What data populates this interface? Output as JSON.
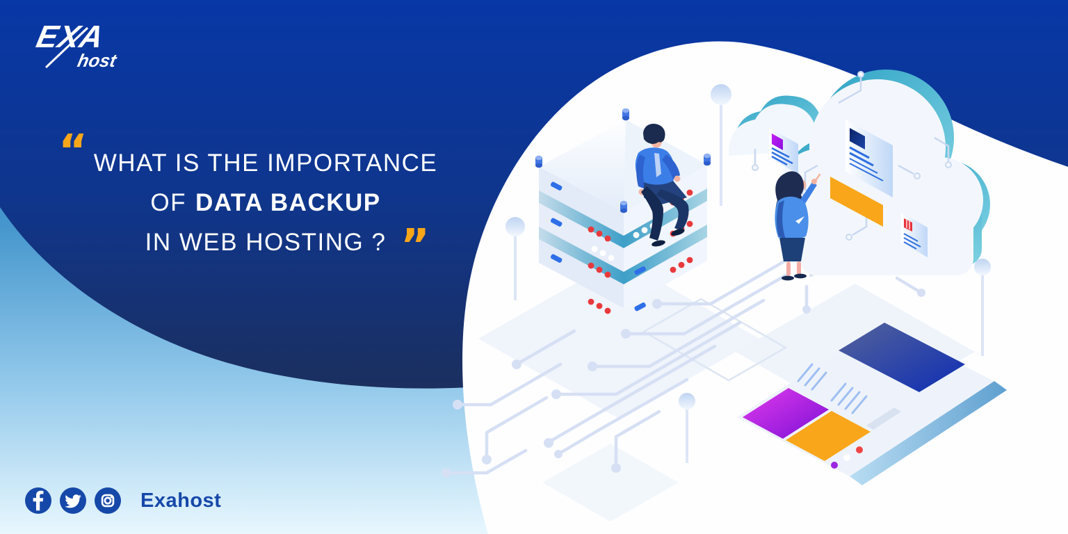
{
  "logo": {
    "exa": "EXA",
    "host": "host"
  },
  "headline": {
    "open_quote": "“",
    "line1": "WHAT IS THE IMPORTANCE",
    "line2_prefix": "OF",
    "line2_bold": "DATA BACKUP",
    "line3": "IN WEB HOSTING ?",
    "close_quote": "”"
  },
  "footer": {
    "brand": "Exahost",
    "social": [
      {
        "name": "facebook"
      },
      {
        "name": "twitter"
      },
      {
        "name": "instagram"
      }
    ]
  },
  "colors": {
    "accent-orange": "#F9A61B",
    "headline-white": "#FFFFFF",
    "navy-top": "#0837A6",
    "navy-deep": "#1B2F5F",
    "sky-mid": "#4596CD",
    "sky-light": "#E8F7FE",
    "social-blue": "#1548A8",
    "cloud-teal": "#3FA9C9",
    "server-teal": "#57AECF",
    "led-red": "#E8393C",
    "panel-purple": "#9B1FE8",
    "panel-navy": "#0F2FB2"
  }
}
